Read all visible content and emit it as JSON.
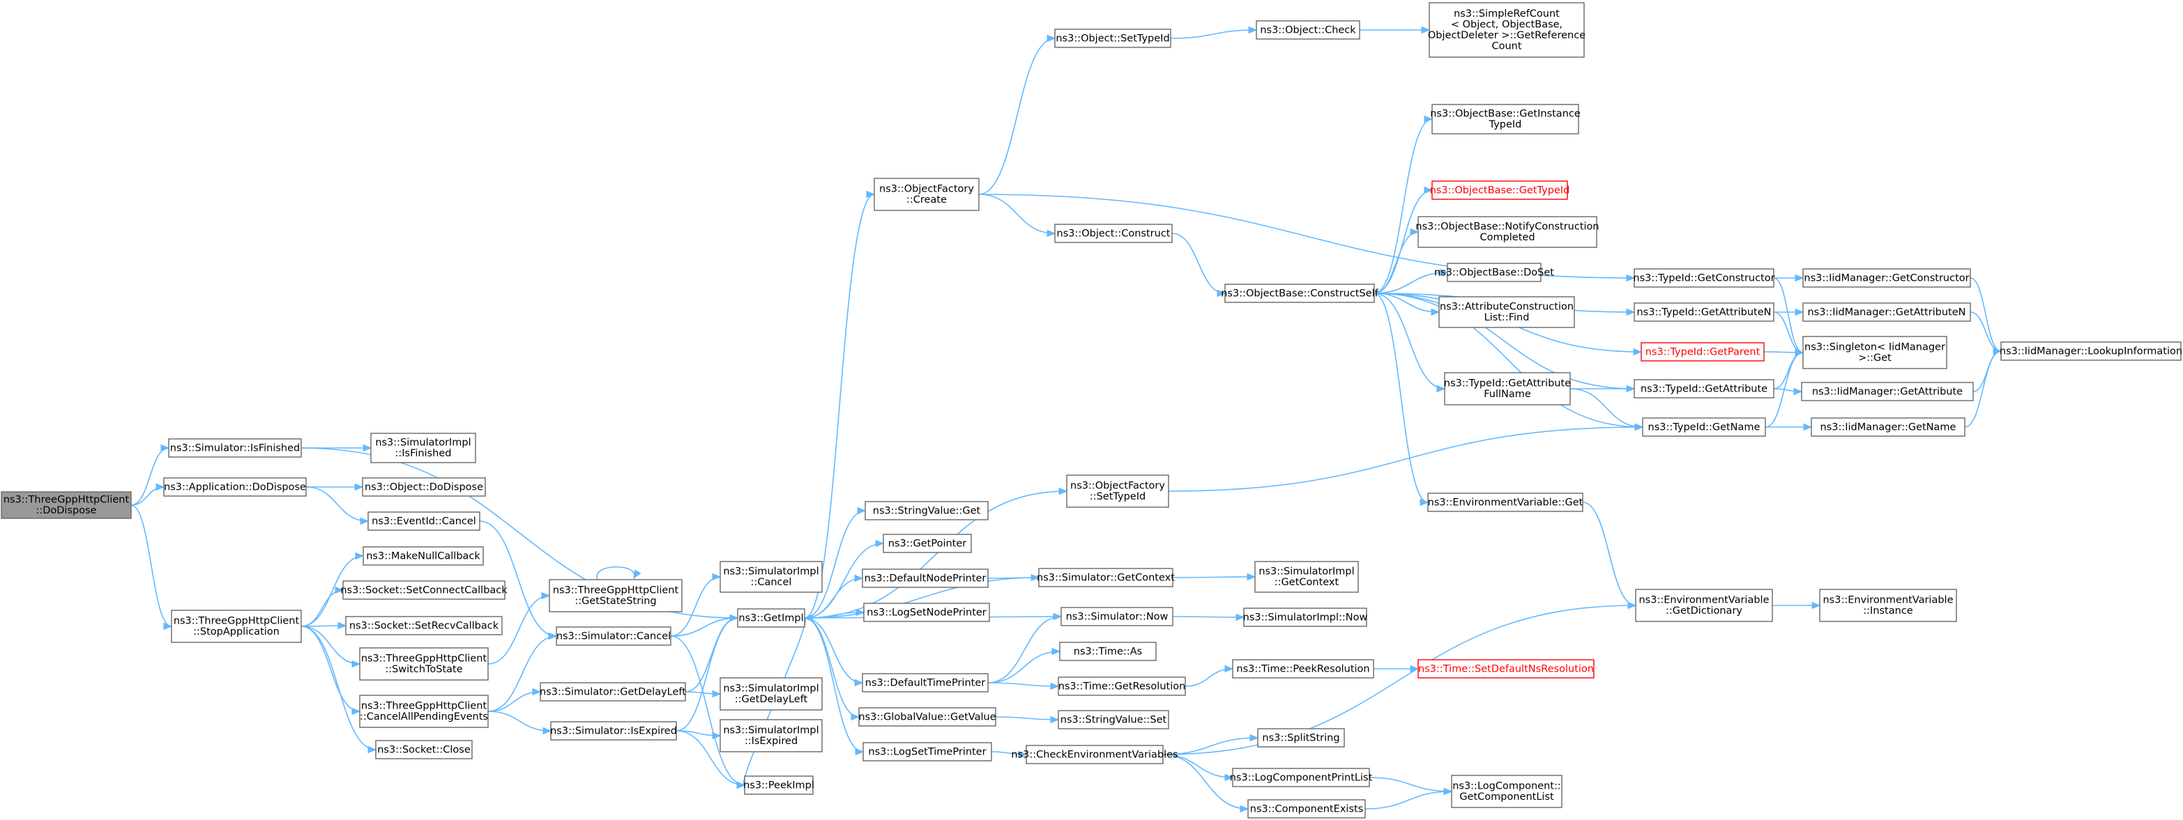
{
  "graph": {
    "type": "call-graph",
    "root": "n1",
    "colors": {
      "edge": "#63b8ff",
      "node_border": "#666666",
      "root_fill": "#999999",
      "highlight": "#ff0000"
    },
    "nodes": [
      {
        "id": "n1",
        "lines": [
          "ns3::ThreeGppHttpClient",
          "::DoDispose"
        ],
        "root": true
      },
      {
        "id": "n2",
        "lines": [
          "ns3::Simulator::IsFinished"
        ]
      },
      {
        "id": "n3",
        "lines": [
          "ns3::Application::DoDispose"
        ]
      },
      {
        "id": "n4",
        "lines": [
          "ns3::ThreeGppHttpClient",
          "::StopApplication"
        ]
      },
      {
        "id": "n5",
        "lines": [
          "ns3::SimulatorImpl",
          "::IsFinished"
        ]
      },
      {
        "id": "n6",
        "lines": [
          "ns3::Object::DoDispose"
        ]
      },
      {
        "id": "n7",
        "lines": [
          "ns3::EventId::Cancel"
        ]
      },
      {
        "id": "n8",
        "lines": [
          "ns3::MakeNullCallback"
        ]
      },
      {
        "id": "n9",
        "lines": [
          "ns3::Socket::SetConnectCallback"
        ]
      },
      {
        "id": "n10",
        "lines": [
          "ns3::Socket::SetRecvCallback"
        ]
      },
      {
        "id": "n11",
        "lines": [
          "ns3::ThreeGppHttpClient",
          "::SwitchToState"
        ]
      },
      {
        "id": "n12",
        "lines": [
          "ns3::ThreeGppHttpClient",
          "::CancelAllPendingEvents"
        ]
      },
      {
        "id": "n13",
        "lines": [
          "ns3::Socket::Close"
        ]
      },
      {
        "id": "n14",
        "lines": [
          "ns3::ThreeGppHttpClient",
          "::GetStateString"
        ]
      },
      {
        "id": "n15",
        "lines": [
          "ns3::Simulator::Cancel"
        ]
      },
      {
        "id": "n16",
        "lines": [
          "ns3::Simulator::GetDelayLeft"
        ]
      },
      {
        "id": "n17",
        "lines": [
          "ns3::Simulator::IsExpired"
        ]
      },
      {
        "id": "n18",
        "lines": [
          "ns3::SimulatorImpl",
          "::Cancel"
        ]
      },
      {
        "id": "n19",
        "lines": [
          "ns3::GetImpl"
        ]
      },
      {
        "id": "n20",
        "lines": [
          "ns3::SimulatorImpl",
          "::GetDelayLeft"
        ]
      },
      {
        "id": "n21",
        "lines": [
          "ns3::SimulatorImpl",
          "::IsExpired"
        ]
      },
      {
        "id": "n22",
        "lines": [
          "ns3::PeekImpl"
        ]
      },
      {
        "id": "n23",
        "lines": [
          "ns3::ObjectFactory",
          "::Create"
        ]
      },
      {
        "id": "n24",
        "lines": [
          "ns3::StringValue::Get"
        ]
      },
      {
        "id": "n25",
        "lines": [
          "ns3::GetPointer"
        ]
      },
      {
        "id": "n26",
        "lines": [
          "ns3::DefaultNodePrinter"
        ]
      },
      {
        "id": "n27",
        "lines": [
          "ns3::LogSetNodePrinter"
        ]
      },
      {
        "id": "n28",
        "lines": [
          "ns3::DefaultTimePrinter"
        ]
      },
      {
        "id": "n29",
        "lines": [
          "ns3::GlobalValue::GetValue"
        ]
      },
      {
        "id": "n30",
        "lines": [
          "ns3::LogSetTimePrinter"
        ]
      },
      {
        "id": "n31",
        "lines": [
          "ns3::ObjectFactory",
          "::SetTypeId"
        ]
      },
      {
        "id": "n32",
        "lines": [
          "ns3::Object::SetTypeId"
        ]
      },
      {
        "id": "n33",
        "lines": [
          "ns3::Object::Construct"
        ]
      },
      {
        "id": "n34",
        "lines": [
          "ns3::Simulator::GetContext"
        ]
      },
      {
        "id": "n35",
        "lines": [
          "ns3::Simulator::Now"
        ]
      },
      {
        "id": "n36",
        "lines": [
          "ns3::Time::As"
        ]
      },
      {
        "id": "n37",
        "lines": [
          "ns3::Time::GetResolution"
        ]
      },
      {
        "id": "n38",
        "lines": [
          "ns3::StringValue::Set"
        ]
      },
      {
        "id": "n39",
        "lines": [
          "ns3::CheckEnvironmentVariables"
        ]
      },
      {
        "id": "n40",
        "lines": [
          "ns3::Object::Check"
        ]
      },
      {
        "id": "n41",
        "lines": [
          "ns3::ObjectBase::ConstructSelf"
        ]
      },
      {
        "id": "n42",
        "lines": [
          "ns3::SimulatorImpl",
          "::GetContext"
        ]
      },
      {
        "id": "n43",
        "lines": [
          "ns3::SimulatorImpl::Now"
        ]
      },
      {
        "id": "n44",
        "lines": [
          "ns3::Time::PeekResolution"
        ]
      },
      {
        "id": "n45",
        "lines": [
          "ns3::SplitString"
        ]
      },
      {
        "id": "n46",
        "lines": [
          "ns3::LogComponentPrintList"
        ]
      },
      {
        "id": "n47",
        "lines": [
          "ns3::ComponentExists"
        ]
      },
      {
        "id": "n48",
        "lines": [
          "ns3::SimpleRefCount",
          "< Object, ObjectBase,",
          "ObjectDeleter >::GetReference",
          "Count"
        ]
      },
      {
        "id": "n49",
        "lines": [
          "ns3::ObjectBase::GetInstance",
          "TypeId"
        ]
      },
      {
        "id": "n50",
        "lines": [
          "ns3::ObjectBase::GetTypeId"
        ],
        "highlight": true
      },
      {
        "id": "n51",
        "lines": [
          "ns3::ObjectBase::NotifyConstruction",
          "Completed"
        ]
      },
      {
        "id": "n52",
        "lines": [
          "ns3::ObjectBase::DoSet"
        ]
      },
      {
        "id": "n53",
        "lines": [
          "ns3::AttributeConstruction",
          "List::Find"
        ]
      },
      {
        "id": "n54",
        "lines": [
          "ns3::TypeId::GetAttribute",
          "FullName"
        ]
      },
      {
        "id": "n55",
        "lines": [
          "ns3::EnvironmentVariable::Get"
        ]
      },
      {
        "id": "n56",
        "lines": [
          "ns3::Time::SetDefaultNsResolution"
        ],
        "highlight": true
      },
      {
        "id": "n57",
        "lines": [
          "ns3::LogComponent::",
          "GetComponentList"
        ]
      },
      {
        "id": "n58",
        "lines": [
          "ns3::TypeId::GetConstructor"
        ]
      },
      {
        "id": "n59",
        "lines": [
          "ns3::TypeId::GetAttributeN"
        ]
      },
      {
        "id": "n60",
        "lines": [
          "ns3::TypeId::GetParent"
        ],
        "highlight": true
      },
      {
        "id": "n61",
        "lines": [
          "ns3::TypeId::GetAttribute"
        ]
      },
      {
        "id": "n62",
        "lines": [
          "ns3::TypeId::GetName"
        ]
      },
      {
        "id": "n63",
        "lines": [
          "ns3::EnvironmentVariable",
          "::GetDictionary"
        ]
      },
      {
        "id": "n64",
        "lines": [
          "ns3::IidManager::GetConstructor"
        ]
      },
      {
        "id": "n65",
        "lines": [
          "ns3::IidManager::GetAttributeN"
        ]
      },
      {
        "id": "n66",
        "lines": [
          "ns3::Singleton< IidManager",
          ">::Get"
        ]
      },
      {
        "id": "n67",
        "lines": [
          "ns3::IidManager::GetAttribute"
        ]
      },
      {
        "id": "n68",
        "lines": [
          "ns3::IidManager::GetName"
        ]
      },
      {
        "id": "n69",
        "lines": [
          "ns3::EnvironmentVariable",
          "::Instance"
        ]
      },
      {
        "id": "n70",
        "lines": [
          "ns3::IidManager::LookupInformation"
        ]
      }
    ],
    "edges": [
      [
        "n1",
        "n2"
      ],
      [
        "n1",
        "n3"
      ],
      [
        "n1",
        "n4"
      ],
      [
        "n2",
        "n5"
      ],
      [
        "n2",
        "n19"
      ],
      [
        "n3",
        "n6"
      ],
      [
        "n3",
        "n7"
      ],
      [
        "n7",
        "n15"
      ],
      [
        "n4",
        "n8"
      ],
      [
        "n4",
        "n9"
      ],
      [
        "n4",
        "n10"
      ],
      [
        "n4",
        "n11"
      ],
      [
        "n4",
        "n12"
      ],
      [
        "n4",
        "n13"
      ],
      [
        "n11",
        "n14"
      ],
      [
        "n14",
        "n14"
      ],
      [
        "n12",
        "n15"
      ],
      [
        "n12",
        "n16"
      ],
      [
        "n12",
        "n17"
      ],
      [
        "n15",
        "n18"
      ],
      [
        "n15",
        "n19"
      ],
      [
        "n15",
        "n22"
      ],
      [
        "n16",
        "n19"
      ],
      [
        "n16",
        "n20"
      ],
      [
        "n17",
        "n19"
      ],
      [
        "n17",
        "n21"
      ],
      [
        "n17",
        "n22"
      ],
      [
        "n19",
        "n23"
      ],
      [
        "n19",
        "n24"
      ],
      [
        "n19",
        "n25"
      ],
      [
        "n19",
        "n26"
      ],
      [
        "n19",
        "n27"
      ],
      [
        "n19",
        "n28"
      ],
      [
        "n19",
        "n29"
      ],
      [
        "n19",
        "n30"
      ],
      [
        "n19",
        "n22"
      ],
      [
        "n19",
        "n31"
      ],
      [
        "n23",
        "n32"
      ],
      [
        "n23",
        "n33"
      ],
      [
        "n23",
        "n58"
      ],
      [
        "n32",
        "n40"
      ],
      [
        "n40",
        "n48"
      ],
      [
        "n33",
        "n41"
      ],
      [
        "n26",
        "n34"
      ],
      [
        "n34",
        "n19"
      ],
      [
        "n34",
        "n42"
      ],
      [
        "n28",
        "n35"
      ],
      [
        "n28",
        "n36"
      ],
      [
        "n28",
        "n37"
      ],
      [
        "n35",
        "n19"
      ],
      [
        "n35",
        "n43"
      ],
      [
        "n37",
        "n44"
      ],
      [
        "n44",
        "n56"
      ],
      [
        "n29",
        "n38"
      ],
      [
        "n30",
        "n39"
      ],
      [
        "n39",
        "n45"
      ],
      [
        "n39",
        "n46"
      ],
      [
        "n39",
        "n47"
      ],
      [
        "n39",
        "n63"
      ],
      [
        "n46",
        "n57"
      ],
      [
        "n47",
        "n57"
      ],
      [
        "n31",
        "n62"
      ],
      [
        "n41",
        "n49"
      ],
      [
        "n41",
        "n50"
      ],
      [
        "n41",
        "n51"
      ],
      [
        "n41",
        "n52"
      ],
      [
        "n41",
        "n53"
      ],
      [
        "n41",
        "n54"
      ],
      [
        "n41",
        "n55"
      ],
      [
        "n41",
        "n59"
      ],
      [
        "n41",
        "n60"
      ],
      [
        "n41",
        "n61"
      ],
      [
        "n41",
        "n62"
      ],
      [
        "n54",
        "n61"
      ],
      [
        "n54",
        "n62"
      ],
      [
        "n55",
        "n63"
      ],
      [
        "n63",
        "n69"
      ],
      [
        "n58",
        "n64"
      ],
      [
        "n58",
        "n66"
      ],
      [
        "n59",
        "n65"
      ],
      [
        "n59",
        "n66"
      ],
      [
        "n60",
        "n66"
      ],
      [
        "n61",
        "n66"
      ],
      [
        "n61",
        "n67"
      ],
      [
        "n62",
        "n66"
      ],
      [
        "n62",
        "n68"
      ],
      [
        "n64",
        "n70"
      ],
      [
        "n65",
        "n70"
      ],
      [
        "n67",
        "n70"
      ],
      [
        "n68",
        "n70"
      ]
    ]
  }
}
